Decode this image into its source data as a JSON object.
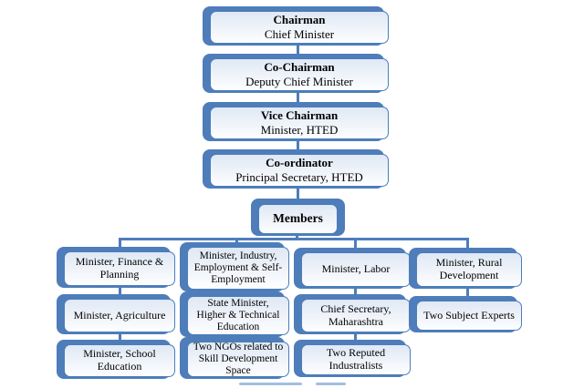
{
  "chart": {
    "type": "org-chart",
    "chain": [
      {
        "title": "Chairman",
        "subtitle": "Chief Minister"
      },
      {
        "title": "Co-Chairman",
        "subtitle": "Deputy Chief Minister"
      },
      {
        "title": "Vice Chairman",
        "subtitle": "Minister, HTED"
      },
      {
        "title": "Co-ordinator",
        "subtitle": "Principal Secretary, HTED"
      }
    ],
    "members_label": "Members",
    "columns": [
      {
        "items": [
          "Minister, Finance & Planning",
          "Minister, Agriculture",
          "Minister, School Education"
        ]
      },
      {
        "items": [
          "Minister, Industry, Employment & Self-Employment",
          "State Minister, Higher & Technical Education",
          "Two NGOs related to Skill Development Space"
        ]
      },
      {
        "items": [
          "Minister, Labor",
          "Chief Secretary, Maharashtra",
          "Two Reputed Industralists"
        ]
      },
      {
        "items": [
          "Minister, Rural Development",
          "Two Subject Experts"
        ]
      }
    ],
    "colors": {
      "shadow_blue": "#4e7dba",
      "border_blue": "#4a7ebb",
      "fill_top": "#dfe8f4",
      "fill_bottom": "#fdfeff",
      "connector": "#4e7dba"
    }
  }
}
